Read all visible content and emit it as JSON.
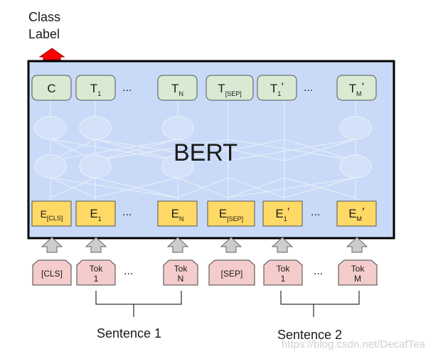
{
  "class_label": {
    "line1": "Class",
    "line2": "Label"
  },
  "model_label": "BERT",
  "ellipsis": "...",
  "outputs": {
    "c": "C",
    "t1": {
      "base": "T",
      "sub": "1"
    },
    "tn": {
      "base": "T",
      "sub": "N"
    },
    "tsep": {
      "base": "T",
      "sub": "[SEP]"
    },
    "t1p": {
      "base": "T",
      "sub": "1",
      "prime": "’"
    },
    "tmp": {
      "base": "T",
      "sub": "M",
      "prime": "’"
    }
  },
  "embeddings": {
    "ecls": {
      "base": "E",
      "sub": "[CLS]"
    },
    "e1": {
      "base": "E",
      "sub": "1"
    },
    "en": {
      "base": "E",
      "sub": "N"
    },
    "esep": {
      "base": "E",
      "sub": "[SEP]"
    },
    "e1p": {
      "base": "E",
      "sub": "1",
      "prime": "’"
    },
    "emp": {
      "base": "E",
      "sub": "M",
      "prime": "’"
    }
  },
  "tokens": {
    "cls": "[CLS]",
    "tok1": {
      "line1": "Tok",
      "line2": "1"
    },
    "tokn": {
      "line1": "Tok",
      "line2": "N"
    },
    "sep": "[SEP]",
    "tok1p": {
      "line1": "Tok",
      "line2": "1"
    },
    "tokm": {
      "line1": "Tok",
      "line2": "M"
    }
  },
  "sentences": {
    "s1": "Sentence 1",
    "s2": "Sentence 2"
  },
  "watermark": "https://blog.csdn.net/DecafTea",
  "colors": {
    "model_fill": "#c9daf8",
    "output_fill": "#d9ead3",
    "embedding_fill": "#ffd966",
    "token_fill": "#f4cccc",
    "arrow_fill": "#cccccc",
    "class_arrow": "#ff0000"
  }
}
